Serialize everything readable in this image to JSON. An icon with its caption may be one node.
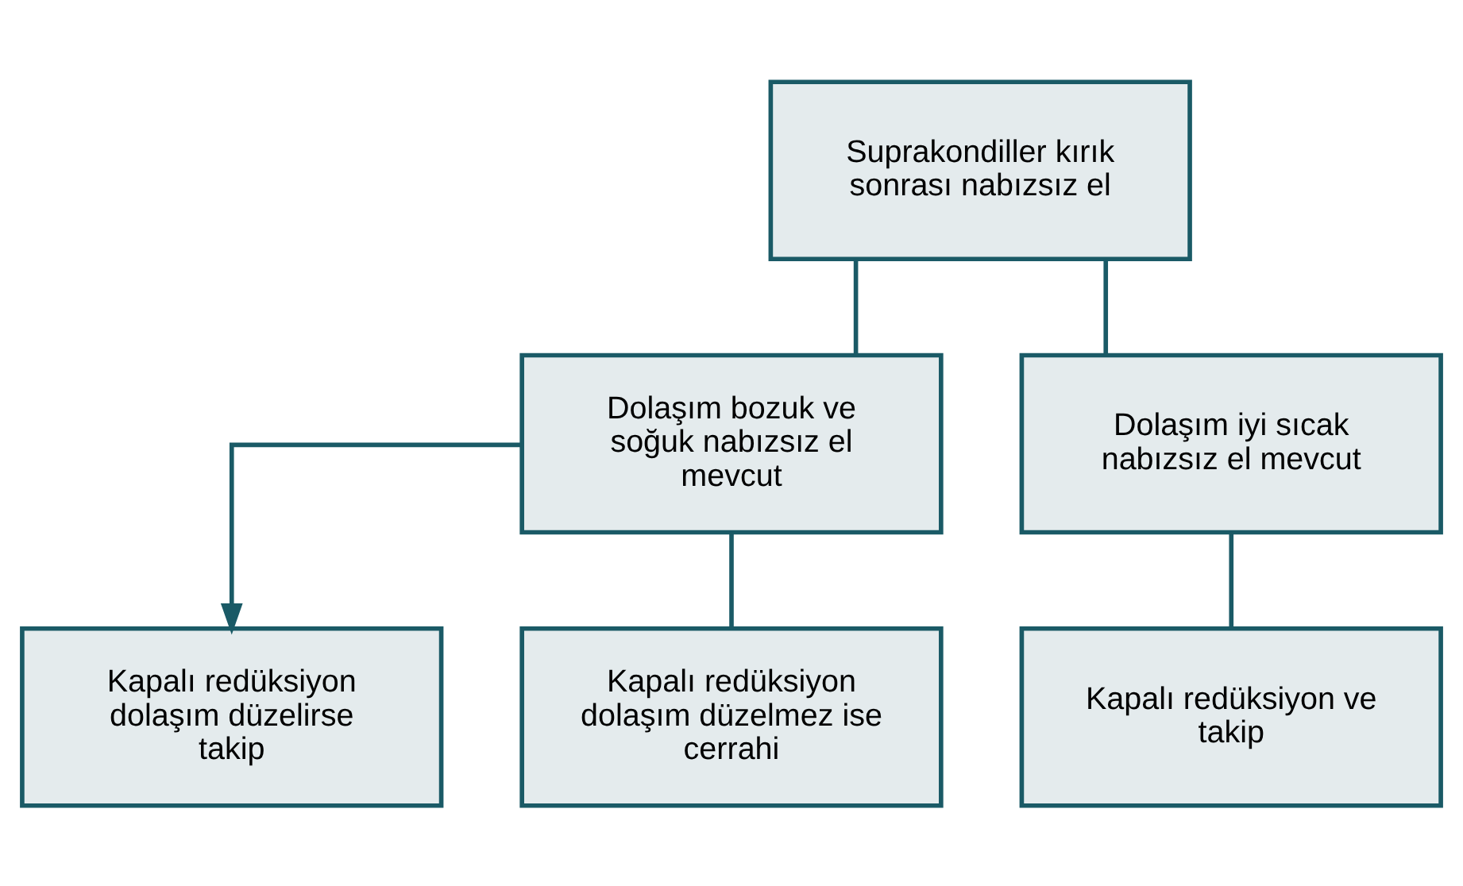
{
  "diagram": {
    "nodes": [
      {
        "text": [
          "Suprakondiller kırık sonrası nabızsız el"
        ]
      },
      {
        "text": [
          "Dolaşım bozuk ve soğuk nabızsız el mevcut"
        ]
      },
      {
        "text": [
          "Dolaşım iyi sıcak nabızsız el mevcut"
        ]
      },
      {
        "text": [
          "Kapalı redüksiyon dolaşım düzelirse takip"
        ]
      },
      {
        "text": [
          "Kapalı redüksiyon dolaşım düzelmez ise cerrahi"
        ]
      },
      {
        "text": [
          "Kapalı redüksiyon ve takip"
        ]
      }
    ],
    "edges": [
      {
        "from": 0,
        "to": 1,
        "arrow": "none"
      },
      {
        "from": 0,
        "to": 2,
        "arrow": "none"
      },
      {
        "from": 1,
        "to": 3,
        "arrow": "to"
      },
      {
        "from": 1,
        "to": 4,
        "arrow": "none"
      },
      {
        "from": 2,
        "to": 5,
        "arrow": "none"
      }
    ]
  }
}
